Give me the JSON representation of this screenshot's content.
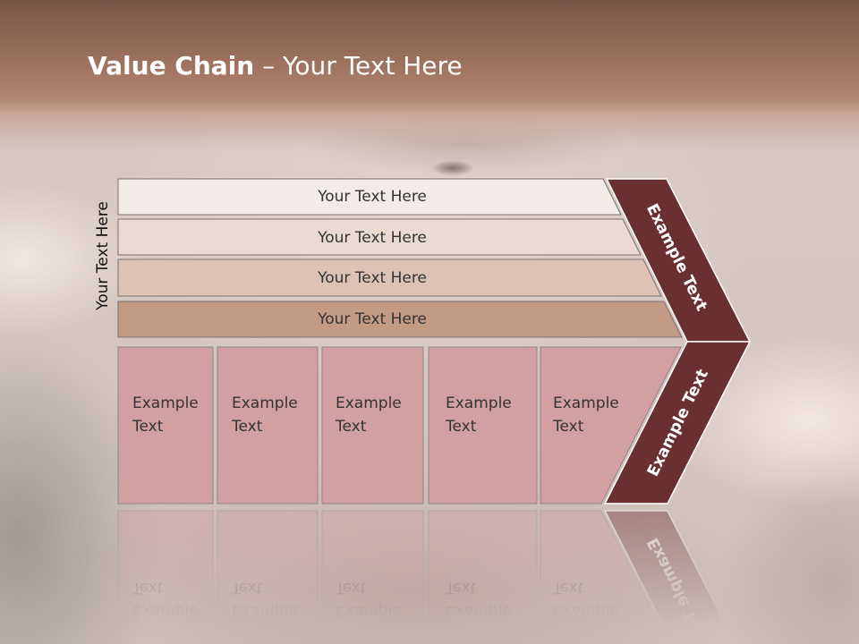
{
  "title": {
    "bold": "Value Chain",
    "rest": "– Your Text Here"
  },
  "side_label": "Your Text Here",
  "bars": [
    {
      "label": "Your Text Here",
      "color": "#f3ebe7"
    },
    {
      "label": "Your Text Here",
      "color": "#eadad2"
    },
    {
      "label": "Your Text Here",
      "color": "#dec3b5"
    },
    {
      "label": "Your Text Here",
      "color": "#c39a84"
    }
  ],
  "activities": [
    {
      "label": "Example Text"
    },
    {
      "label": "Example Text"
    },
    {
      "label": "Example Text"
    },
    {
      "label": "Example Text"
    },
    {
      "label": "Example Text"
    }
  ],
  "margin_chevron": {
    "top_label": "Example Text",
    "bottom_label": "Example Text",
    "color": "#6a2f2f"
  },
  "colors": {
    "activity_box": "#d3a0a1",
    "title_text": "#ffffff",
    "chevron_outline": "#ffffff"
  }
}
